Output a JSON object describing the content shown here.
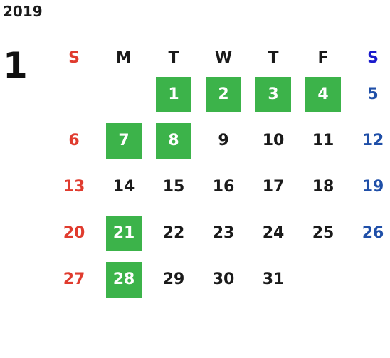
{
  "year": "2019",
  "month": "1",
  "weekdays": [
    "S",
    "M",
    "T",
    "W",
    "T",
    "F",
    "S"
  ],
  "colors": {
    "sunday": "#e03b2e",
    "saturday": "#1f4fa8",
    "holiday_bg": "#3cb34a",
    "text": "#1a1a1a"
  },
  "weeks": [
    [
      "",
      "",
      "1",
      "2",
      "3",
      "4",
      "5"
    ],
    [
      "6",
      "7",
      "8",
      "9",
      "10",
      "11",
      "12"
    ],
    [
      "13",
      "14",
      "15",
      "16",
      "17",
      "18",
      "19"
    ],
    [
      "20",
      "21",
      "22",
      "23",
      "24",
      "25",
      "26"
    ],
    [
      "27",
      "28",
      "29",
      "30",
      "31",
      "",
      ""
    ]
  ],
  "highlighted_days": [
    "1",
    "2",
    "3",
    "4",
    "7",
    "8",
    "21",
    "28"
  ]
}
